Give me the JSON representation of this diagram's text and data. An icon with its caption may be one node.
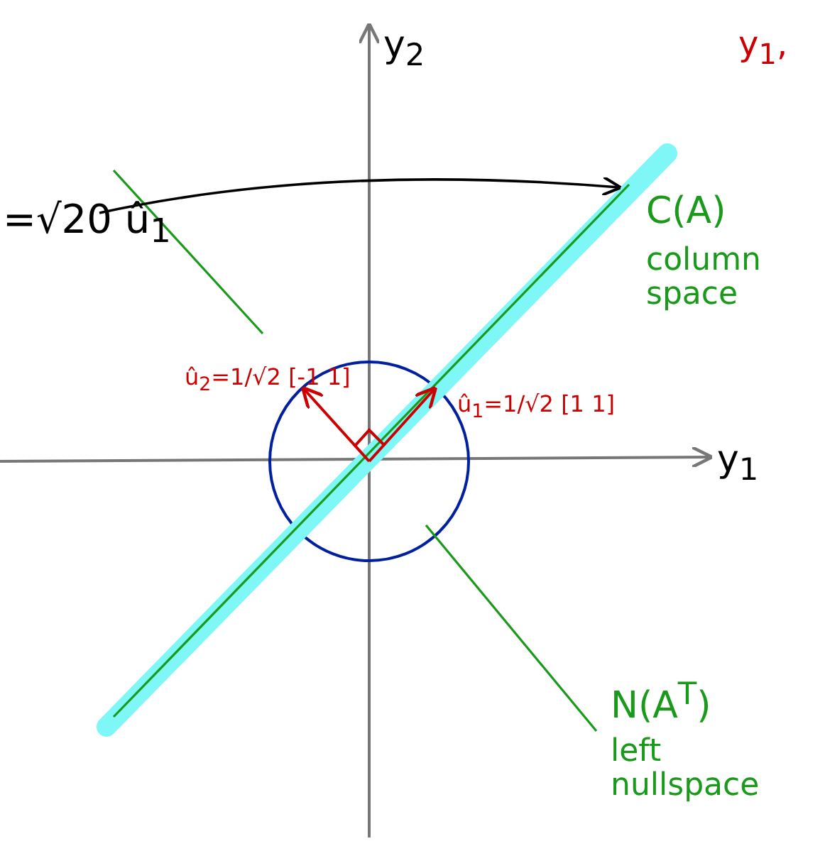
{
  "diagram": {
    "nodes": [
      {
        "text": [
          "=√20 û$_{1}$"
        ]
      },
      {
        "text": [],
        "shape": "line"
      }
    ],
    "edges": [
      {
        "from": 0,
        "to": 1,
        "arrow": "to"
      }
    ],
    "labels": [
      "y$_{2}$",
      "y$_{1}$,",
      "C(A)",
      "column space",
      "û$_{2}$=1/√2 [-1 1]",
      "û$_{1}$=1/√2 [1 1]",
      "y$_{1}$",
      "N(A$^{T}$)",
      "left nullspace"
    ]
  }
}
